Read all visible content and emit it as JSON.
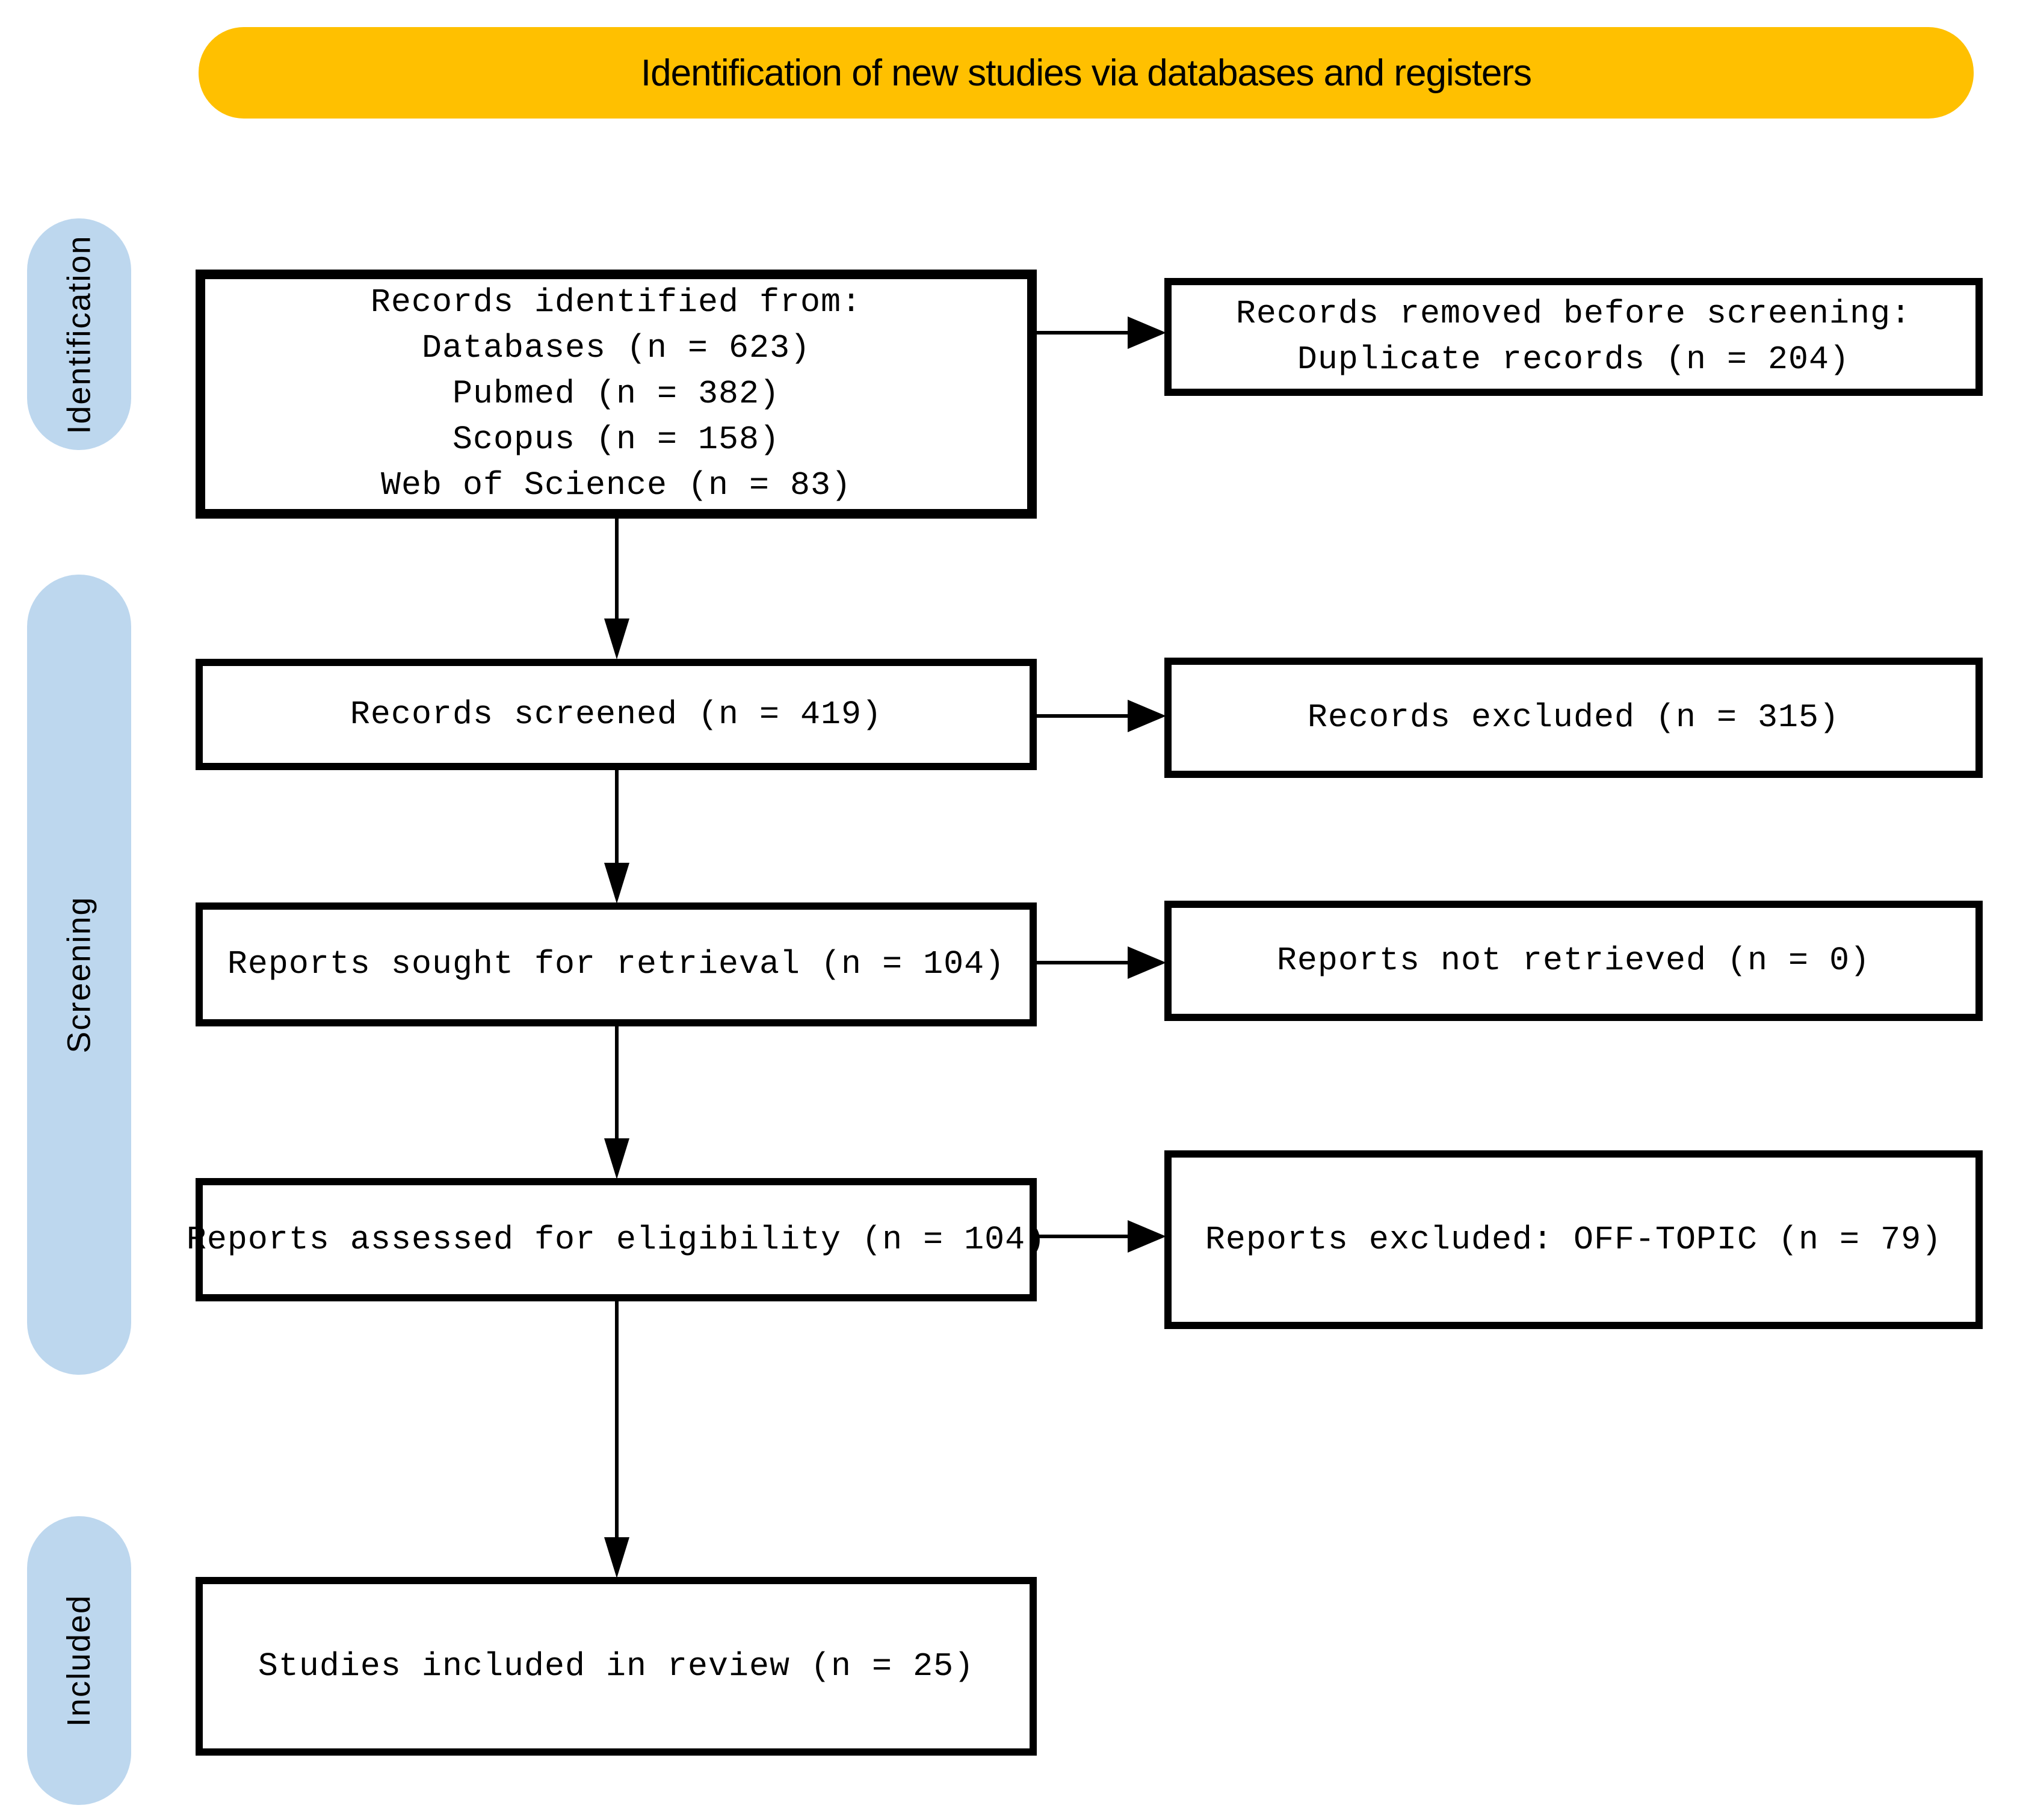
{
  "banner": {
    "title": "Identification of new studies via databases and registers",
    "bg_color": "#FFC000"
  },
  "stages": {
    "identification": "Identification",
    "screening": "Screening",
    "included": "Included",
    "bg_color": "#BDD7EE"
  },
  "boxes": {
    "records_identified": {
      "lines": [
        "Records identified from:",
        "Databases (n = 623)",
        "Pubmed (n = 382)",
        "Scopus (n = 158)",
        "Web of Science (n = 83)"
      ]
    },
    "records_removed": {
      "lines": [
        "Records removed before screening:",
        "Duplicate records (n = 204)"
      ]
    },
    "records_screened": {
      "text": "Records screened (n = 419)"
    },
    "records_excluded": {
      "text": "Records excluded (n = 315)"
    },
    "reports_sought": {
      "text": "Reports sought for retrieval (n = 104)"
    },
    "reports_not_retrieved": {
      "text": "Reports not retrieved (n = 0)"
    },
    "reports_assessed": {
      "text": "Reports assessed for eligibility (n = 104)"
    },
    "reports_excluded_offtopic": {
      "text": "Reports excluded: OFF-TOPIC (n = 79)"
    },
    "studies_included": {
      "text": "Studies included in review (n = 25)"
    }
  },
  "colors": {
    "box_border": "#000000",
    "arrow": "#000000",
    "text": "#000000",
    "page_background": "#FFFFFF"
  }
}
